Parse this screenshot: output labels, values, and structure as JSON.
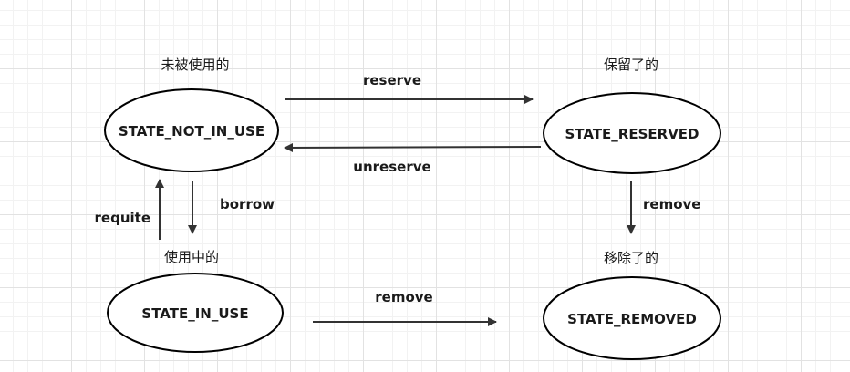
{
  "states": {
    "not_in_use": {
      "name": "STATE_NOT_IN_USE",
      "caption": "未被使用的"
    },
    "reserved": {
      "name": "STATE_RESERVED",
      "caption": "保留了的"
    },
    "in_use": {
      "name": "STATE_IN_USE",
      "caption": "使用中的"
    },
    "removed": {
      "name": "STATE_REMOVED",
      "caption": "移除了的"
    }
  },
  "transitions": {
    "reserve": "reserve",
    "unreserve": "unreserve",
    "borrow": "borrow",
    "requite": "requite",
    "remove_from_reserved": "remove",
    "remove_from_in_use": "remove"
  },
  "colors": {
    "grid": "#e2e2e2",
    "stroke": "#000000",
    "arrow": "#333333",
    "text": "#1a1a1a"
  }
}
